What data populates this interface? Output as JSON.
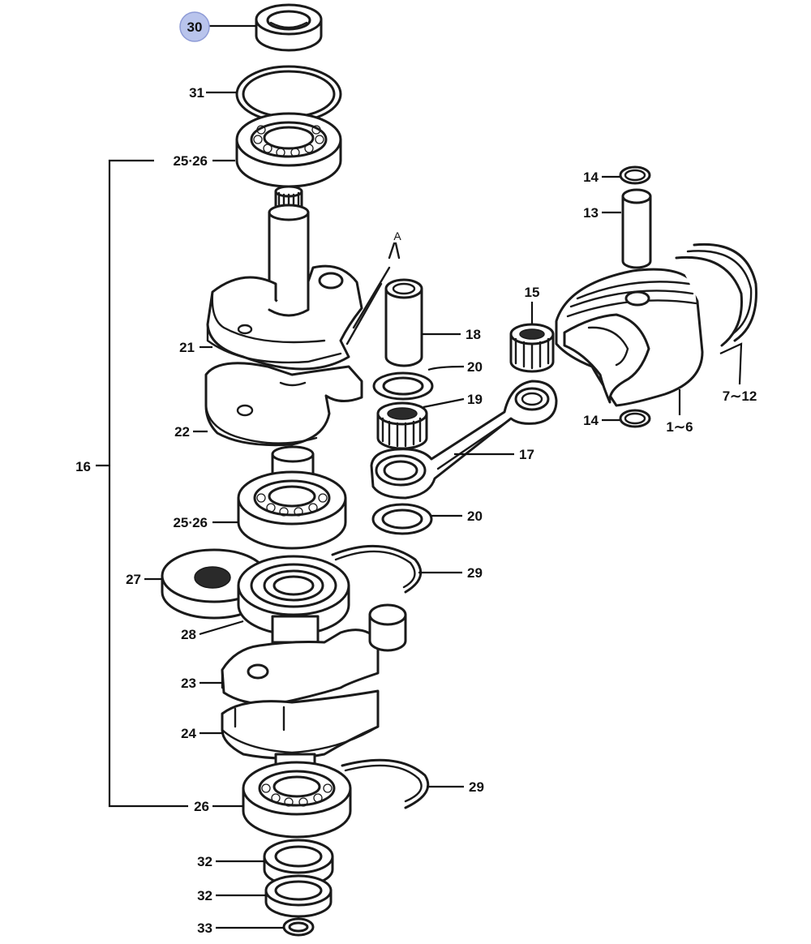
{
  "callouts": {
    "p30": "30",
    "p31": "31",
    "p25_26_top": "25∙26",
    "p16": "16",
    "p21": "21",
    "p22": "22",
    "p25_26_mid": "25∙26",
    "p27": "27",
    "p28": "28",
    "p23": "23",
    "p24": "24",
    "p26": "26",
    "p32_a": "32",
    "p32_b": "32",
    "p33": "33",
    "p18": "18",
    "p20_a": "20",
    "p19": "19",
    "p17": "17",
    "p20_b": "20",
    "p29_a": "29",
    "p29_b": "29",
    "p14_a": "14",
    "p13": "13",
    "p15": "15",
    "p14_b": "14",
    "p1_6": "1∼6",
    "p7_12": "7∼12",
    "view_marker": "A"
  },
  "colors": {
    "line": "#1a1a1a",
    "highlight": "#b9c4ec"
  }
}
